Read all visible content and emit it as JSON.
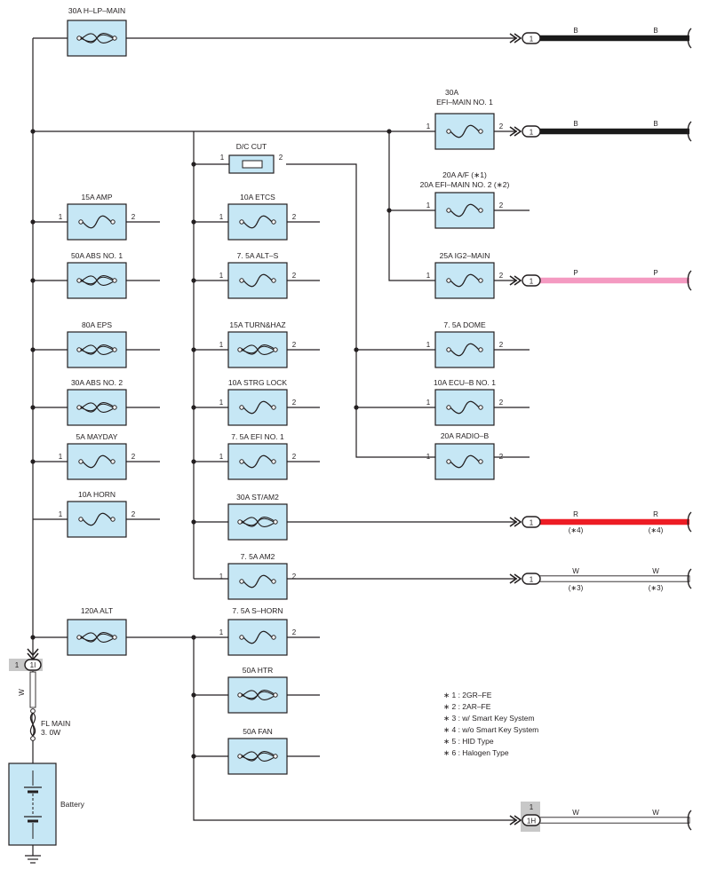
{
  "fuses": {
    "h_lp_main": "30A H–LP–MAIN",
    "efi_main1_a": "30A",
    "efi_main1_b": "EFI–MAIN NO. 1",
    "dc_cut": "D/C CUT",
    "af_a": "20A A/F (∗1)",
    "af_b": "20A EFI–MAIN NO. 2 (∗2)",
    "ig2_main": "25A IG2–MAIN",
    "amp": "15A AMP",
    "etcs": "10A ETCS",
    "abs1": "50A ABS NO. 1",
    "alt_s": "7. 5A ALT–S",
    "eps": "80A EPS",
    "turn_haz": "15A TURN&HAZ",
    "dome": "7. 5A DOME",
    "abs2": "30A ABS NO. 2",
    "strg_lock": "10A STRG LOCK",
    "ecu_b1": "10A ECU–B NO. 1",
    "mayday": "5A MAYDAY",
    "efi1": "7. 5A EFI NO. 1",
    "radio_b": "20A RADIO–B",
    "horn": "10A HORN",
    "st_am2": "30A ST/AM2",
    "am2": "7. 5A AM2",
    "alt": "120A ALT",
    "s_horn": "7. 5A S–HORN",
    "htr": "50A HTR",
    "fan": "50A FAN"
  },
  "pins": {
    "one": "1",
    "two": "2"
  },
  "connectors": {
    "c1": "1",
    "c1i": "1I",
    "c1h": "1H"
  },
  "wires": {
    "b": "B",
    "p": "P",
    "r": "R",
    "w": "W",
    "note4": "(∗4)",
    "note3": "(∗3)"
  },
  "fl_main": {
    "line1": "FL MAIN",
    "line2": "3. 0W"
  },
  "battery": "Battery",
  "legend": [
    "∗ 1 : 2GR–FE",
    "∗ 2 : 2AR–FE",
    "∗ 3 : w/ Smart Key System",
    "∗ 4 : w/o Smart Key System",
    "∗ 5 : HID Type",
    "∗ 6 : Halogen Type"
  ],
  "colors": {
    "box_fill": "#c6e7f5",
    "line": "#231f20",
    "wire_b": "#1a1a1a",
    "wire_p": "#f49ac1",
    "wire_r": "#ed1c24",
    "wire_w": "#ffffff",
    "connector_shade": "#c8c8c8"
  },
  "icons": [
    "fuse-icon",
    "fusible-link-icon",
    "connector-icon",
    "battery-icon",
    "ground-icon"
  ]
}
